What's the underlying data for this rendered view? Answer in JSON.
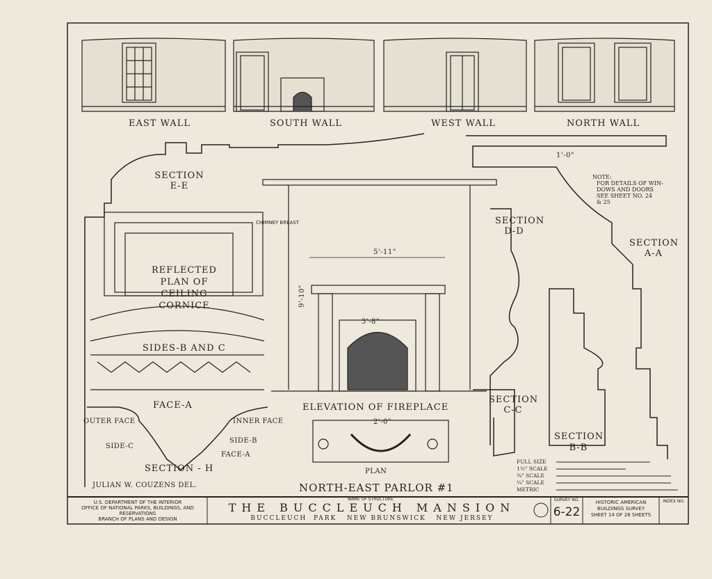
{
  "walls": {
    "east": "EAST WALL",
    "south": "SOUTH WALL",
    "west": "WEST WALL",
    "north": "NORTH WALL"
  },
  "sections": {
    "ee": "SECTION E-E",
    "dd": "SECTION D-D",
    "cc": "SECTION C-C",
    "bb": "SECTION B-B",
    "aa": "SECTION A-A",
    "h": "SECTION - H"
  },
  "reflected_plan": "REFLECTED PLAN OF CEILING CORNICE",
  "chimney_breast": "CHIMNEY BREAST",
  "sides_b_and_c": "SIDES-B AND C",
  "face_a": "FACE-A",
  "section_h_labels": {
    "outer_face": "OUTER FACE",
    "inner_face": "INNER FACE",
    "side_c": "SIDE-C",
    "side_b": "SIDE-B",
    "face_a": "FACE-A"
  },
  "delineator": "JULIAN W. COUZENS  DEL.",
  "elevation_fireplace": "ELEVATION OF FIREPLACE",
  "plan": "PLAN",
  "room_title": "NORTH-EAST  PARLOR #1",
  "dimensions": {
    "one_foot": "1'-0\"",
    "fireplace_width": "5'-11\"",
    "opening": "3'-8\"",
    "plan_width": "2'-0\"",
    "height": "9'-10\""
  },
  "note": {
    "heading": "NOTE:",
    "line1": "FOR DETAILS OF WIN-",
    "line2": "DOWS AND DOORS",
    "line3": "SEE SHEET NO. 24",
    "line4": "& 25"
  },
  "scales": [
    "FULL SIZE",
    "1½\" SCALE",
    "¾\" SCALE",
    "¼\" SCALE",
    "METRIC"
  ],
  "title_block": {
    "agency1": "U.S. DEPARTMENT OF THE INTERIOR",
    "agency2": "OFFICE OF NATIONAL PARKS, BUILDINGS, AND RESERVATIONS",
    "agency3": "BRANCH OF PLANS AND DESIGN",
    "name_label": "NAME OF STRUCTURE",
    "name": "THE BUCCLEUCH MANSION",
    "location": "BUCCLEUCH  PARK   NEW BRUNSWICK   NEW JERSEY",
    "survey_label": "SURVEY NO.",
    "survey_no": "6-22",
    "habs1": "HISTORIC AMERICAN",
    "habs2": "BUILDINGS SURVEY",
    "sheet": "SHEET 14 OF 26 SHEETS",
    "index_label": "INDEX NO."
  }
}
